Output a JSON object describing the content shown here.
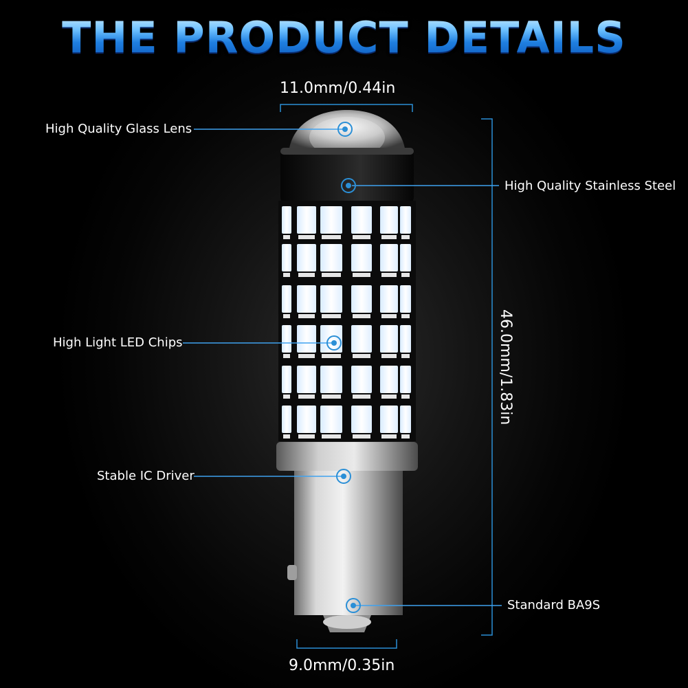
{
  "title": "THE PRODUCT DETAILS",
  "dimensions": {
    "top_width": "11.0mm/0.44in",
    "bottom_width": "9.0mm/0.35in",
    "height": "46.0mm/1.83in"
  },
  "callouts": {
    "glass_lens": "High Quality Glass Lens",
    "stainless_steel": "High Quality Stainless Steel",
    "led_chips": "High Light LED Chips",
    "ic_driver": "Stable IC Driver",
    "base": "Standard BA9S"
  },
  "colors": {
    "accent_blue": "#1e90ff",
    "line_blue": "#2b8fd6",
    "led_white": "#ffffff",
    "metal": "#c8c8c8"
  }
}
